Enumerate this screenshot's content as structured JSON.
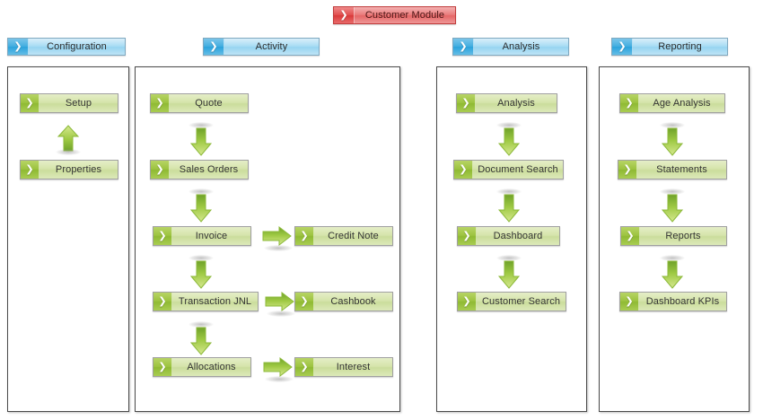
{
  "diagram": {
    "title": "Customer Module",
    "icon": "chevron-right-icon",
    "background": "#ffffff",
    "accent_red": "#e14f4f",
    "accent_blue": "#44aee0",
    "accent_green": "#9cc33f"
  },
  "module_header": {
    "label": "Customer Module"
  },
  "columns": [
    {
      "id": "configuration",
      "header": "Configuration",
      "nodes": [
        {
          "label": "Setup"
        },
        {
          "label": "Properties"
        }
      ],
      "connectors": [
        {
          "direction": "up"
        }
      ]
    },
    {
      "id": "activity",
      "header": "Activity",
      "nodes": [
        {
          "label": "Quote"
        },
        {
          "label": "Sales Orders"
        },
        {
          "label": "Invoice"
        },
        {
          "label": "Credit Note"
        },
        {
          "label": "Transaction JNL"
        },
        {
          "label": "Cashbook"
        },
        {
          "label": "Allocations"
        },
        {
          "label": "Interest"
        }
      ],
      "connectors": [
        {
          "direction": "down"
        },
        {
          "direction": "down"
        },
        {
          "direction": "right"
        },
        {
          "direction": "down"
        },
        {
          "direction": "right"
        },
        {
          "direction": "down"
        },
        {
          "direction": "right"
        }
      ]
    },
    {
      "id": "analysis",
      "header": "Analysis",
      "nodes": [
        {
          "label": "Analysis"
        },
        {
          "label": "Document Search"
        },
        {
          "label": "Dashboard"
        },
        {
          "label": "Customer Search"
        }
      ],
      "connectors": [
        {
          "direction": "down"
        },
        {
          "direction": "down"
        },
        {
          "direction": "down"
        }
      ]
    },
    {
      "id": "reporting",
      "header": "Reporting",
      "nodes": [
        {
          "label": "Age Analysis"
        },
        {
          "label": "Statements"
        },
        {
          "label": "Reports"
        },
        {
          "label": "Dashboard KPIs"
        }
      ],
      "connectors": [
        {
          "direction": "down"
        },
        {
          "direction": "down"
        },
        {
          "direction": "down"
        }
      ]
    }
  ],
  "glyph": "❯"
}
